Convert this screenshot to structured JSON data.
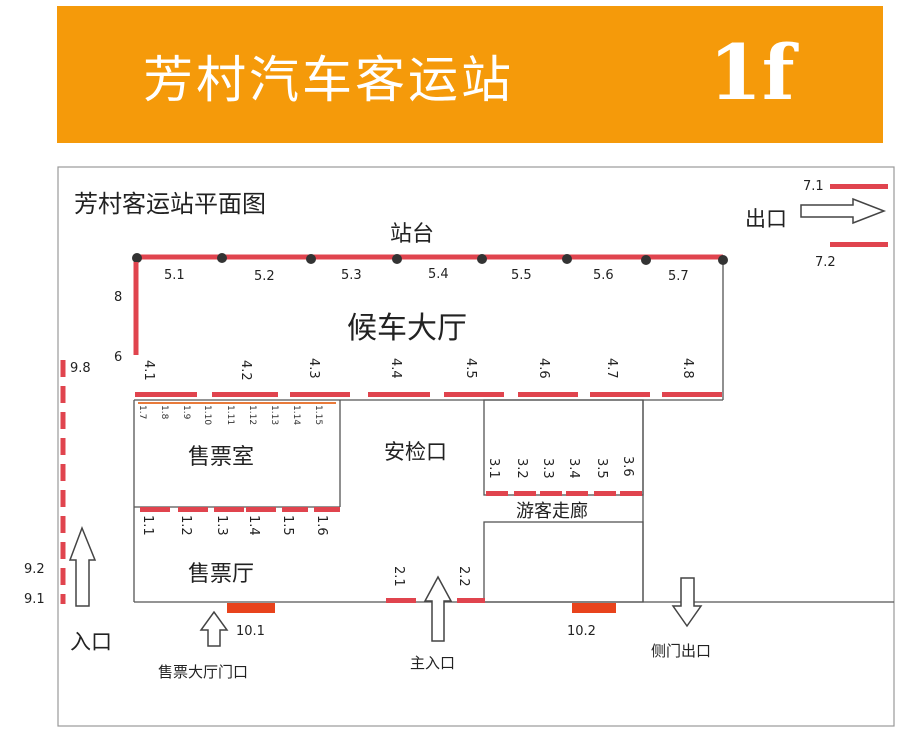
{
  "banner": {
    "title": "芳村汽车客运站",
    "floor": "1f"
  },
  "plan": {
    "title": "芳村客运站平面图",
    "zones": {
      "platform": "站台",
      "waiting_hall": "候车大厅",
      "ticket_office": "售票室",
      "security": "安检口",
      "passenger_corridor": "游客走廊",
      "ticket_hall": "售票厅"
    },
    "entrances": {
      "exit": "出口",
      "entrance": "入口",
      "ticket_hall_door": "售票大厅门口",
      "main_entrance": "主入口",
      "side_exit": "侧门出口"
    },
    "gates": {
      "g71": "7.1",
      "g72": "7.2",
      "g51": "5.1",
      "g52": "5.2",
      "g53": "5.3",
      "g54": "5.4",
      "g55": "5.5",
      "g56": "5.6",
      "g57": "5.7",
      "g8": "8",
      "g6": "6",
      "g98": "9.8",
      "g92": "9.2",
      "g91": "9.1",
      "g41": "4.1",
      "g42": "4.2",
      "g43": "4.3",
      "g44": "4.4",
      "g45": "4.5",
      "g46": "4.6",
      "g47": "4.7",
      "g48": "4.8",
      "g17": "1.7",
      "g18": "1.8",
      "g19": "1.9",
      "g110": "1.10",
      "g111": "1.11",
      "g112": "1.12",
      "g113": "1.13",
      "g114": "1.14",
      "g115": "1.15",
      "g31": "3.1",
      "g32": "3.2",
      "g33": "3.3",
      "g34": "3.4",
      "g35": "3.5",
      "g36": "3.6",
      "g11": "1.1",
      "g12": "1.2",
      "g13": "1.3",
      "g14": "1.4",
      "g15": "1.5",
      "g16": "1.6",
      "g21": "2.1",
      "g22": "2.2",
      "g101": "10.1",
      "g102": "10.2"
    }
  },
  "colors": {
    "banner": "#f59a0a",
    "gate_red": "#e0444e",
    "door_orange": "#e8431c",
    "line": "#555555",
    "dot": "#333333"
  }
}
